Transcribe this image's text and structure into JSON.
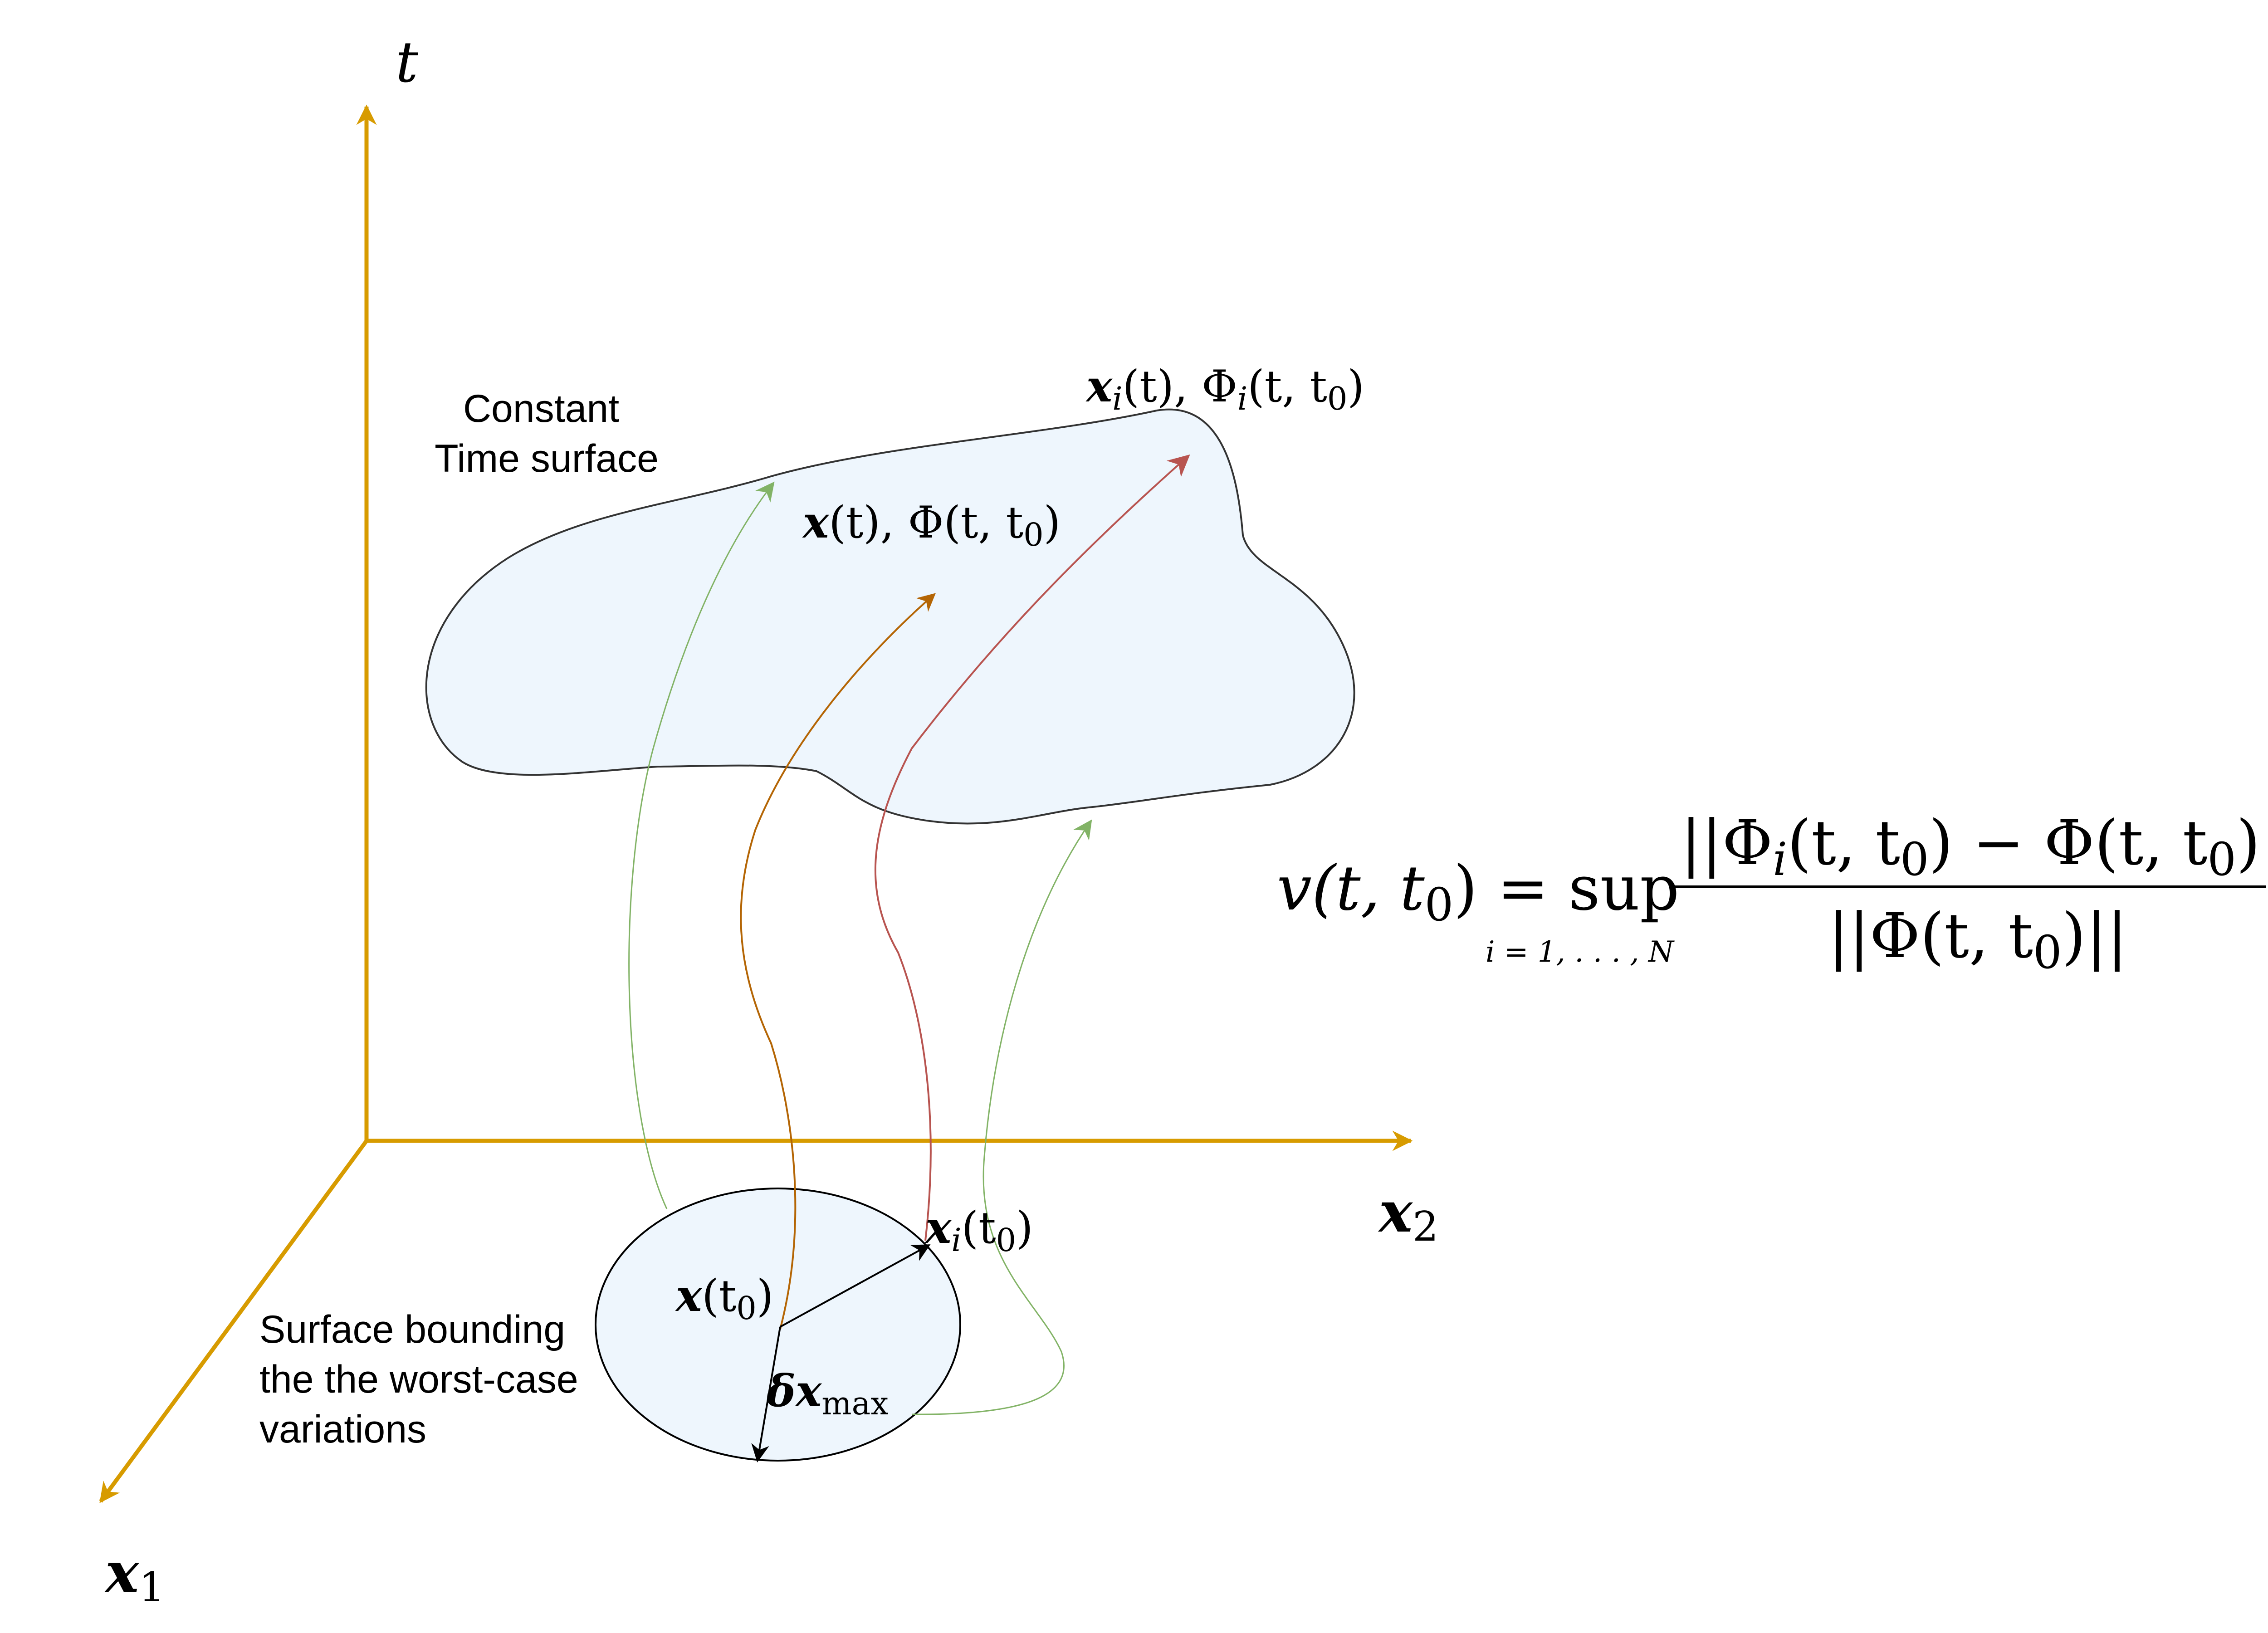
{
  "axes": {
    "t": "t",
    "x1": "x",
    "x1_sub": "1",
    "x2": "x",
    "x2_sub": "2"
  },
  "labels": {
    "constant_time_surface_line1": "Constant",
    "constant_time_surface_line2": "Time surface",
    "bounding_surface_line1": "Surface bounding",
    "bounding_surface_line2": "the the worst-case",
    "bounding_surface_line3": "variations"
  },
  "math": {
    "x_t_phi": {
      "x": "x",
      "mid": "(t), Φ(t, t",
      "sub": "0",
      "end": ")"
    },
    "xi_t_phii": {
      "x": "x",
      "i": "i",
      "mid": "(t), Φ",
      "i2": "i",
      "mid2": "(t, t",
      "sub": "0",
      "end": ")"
    },
    "x_t0": {
      "x": "x",
      "open": "(t",
      "sub": "0",
      "end": ")"
    },
    "xi_t0": {
      "x": "x",
      "i": "i",
      "open": "(t",
      "sub": "0",
      "end": ")"
    },
    "delta_x": {
      "delta": "δx",
      "sub": "max"
    },
    "formula": {
      "lhs": "v(t, t",
      "lhs_sub": "0",
      "lhs_end": ") = sup",
      "sup_sub": "i = 1, . . . , N",
      "num_a": "||Φ",
      "num_i": "i",
      "num_b": "(t, t",
      "num_sub1": "0",
      "num_c": ") − Φ(t, t",
      "num_sub2": "0",
      "num_d": ")||",
      "den_a": "||Φ(t, t",
      "den_sub": "0",
      "den_b": ")||"
    }
  },
  "colors": {
    "axis": "#D79B00",
    "surface_fill": "#EEF6FD",
    "surface_stroke": "#333333",
    "orange_traj": "#B46504",
    "red_traj": "#B85450",
    "green_traj": "#82B366",
    "black_arrow": "#000000"
  }
}
